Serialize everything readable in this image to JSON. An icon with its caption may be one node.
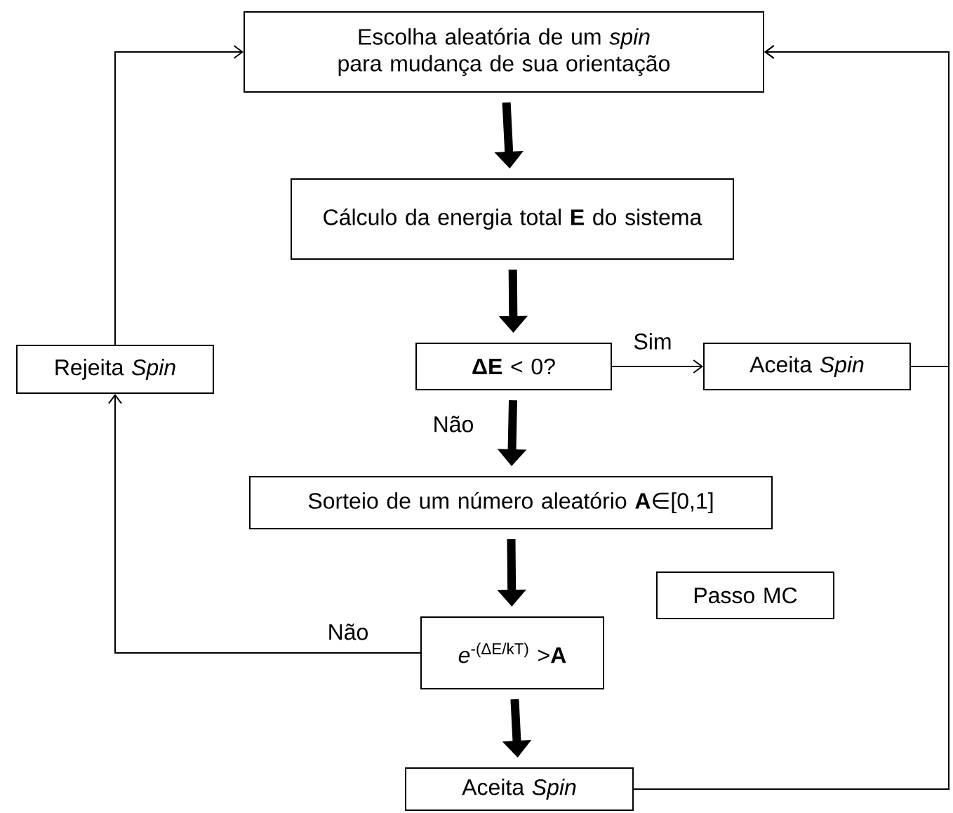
{
  "diagram": {
    "nodes": [
      {
        "text": [
          "Escolha aleatória de um *spin* para mudança de sua orientação"
        ]
      },
      {
        "text": [
          "Cálculo da energia total **E** do sistema"
        ]
      },
      {
        "text": [
          "**ΔE** < 0?"
        ]
      },
      {
        "text": [
          "Aceita *Spin*"
        ]
      },
      {
        "text": [
          "Rejeita *Spin*"
        ]
      },
      {
        "text": [
          "Sorteio de um número aleatório **A**∈[0,1]"
        ]
      },
      {
        "text": [
          "*e*$^{-(ΔE/kT)}$ >**A**"
        ]
      },
      {
        "text": [
          "Passo MC"
        ]
      },
      {
        "text": [
          "Aceita *Spin*"
        ]
      }
    ],
    "edges": [
      {
        "from": 0,
        "to": 1,
        "arrow": "to",
        "style": "thick"
      },
      {
        "from": 1,
        "to": 2,
        "arrow": "to",
        "style": "thick"
      },
      {
        "from": 2,
        "to": 3,
        "arrow": "to",
        "label": "Sim"
      },
      {
        "from": 2,
        "to": 5,
        "arrow": "to",
        "style": "thick",
        "label": "Não"
      },
      {
        "from": 3,
        "to": 0,
        "arrow": "to"
      },
      {
        "from": 5,
        "to": 6,
        "arrow": "to",
        "style": "thick"
      },
      {
        "from": 6,
        "to": 4,
        "arrow": "to",
        "label": "Não"
      },
      {
        "from": 4,
        "to": 0,
        "arrow": "to"
      },
      {
        "from": 6,
        "to": 8,
        "arrow": "to",
        "style": "thick"
      },
      {
        "from": 8,
        "to": 0,
        "arrow": "to"
      }
    ]
  }
}
